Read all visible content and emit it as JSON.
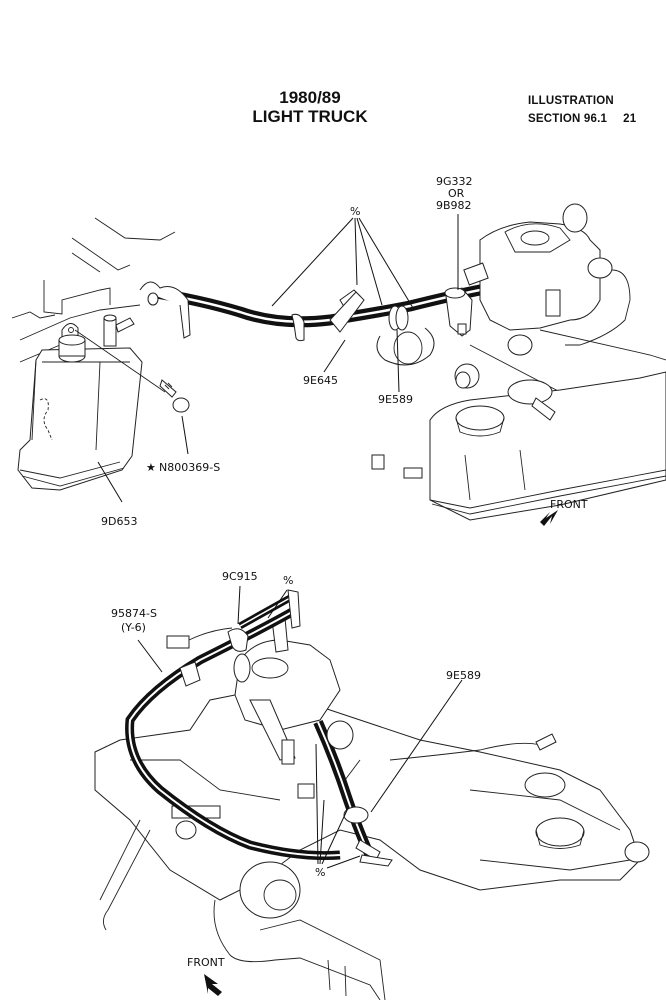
{
  "header": {
    "title_line1": "1980/89",
    "title_line2": "LIGHT TRUCK",
    "right_line1": "ILLUSTRATION",
    "right_line2": "SECTION 96.1",
    "page_number": "21"
  },
  "top_figure": {
    "labels": {
      "valve_part": "9G332",
      "valve_or": "OR",
      "valve_alt_part": "9B982",
      "hose_callout": "%",
      "hose_part": "9E645",
      "grommet_part": "9E589",
      "screw_part": "N800369-S",
      "screw_marker": "★",
      "canister_part": "9D653",
      "front": "FRONT"
    }
  },
  "bottom_figure": {
    "labels": {
      "hose_part": "9C915",
      "hose_callout_top": "%",
      "clip_part": "95874-S",
      "clip_variant": "(Y-6)",
      "grommet_part": "9E589",
      "hose_callout_bottom": "%",
      "front": "FRONT"
    }
  }
}
